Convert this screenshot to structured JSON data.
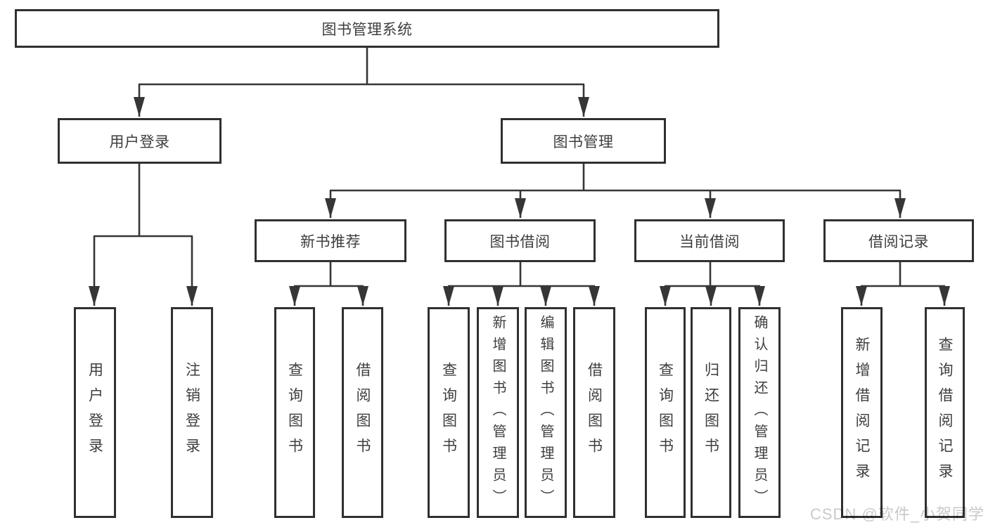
{
  "nodes": {
    "root": "图书管理系统",
    "level2": [
      "用户登录",
      "图书管理"
    ],
    "level3": [
      "新书推荐",
      "图书借阅",
      "当前借阅",
      "借阅记录"
    ],
    "login_children": [
      "用户登录",
      "注销登录"
    ],
    "recommend_children": [
      "查询图书",
      "借阅图书"
    ],
    "borrow_children": [
      "查询图书",
      "新增图书（管理员）",
      "编辑图书（管理员）",
      "借阅图书"
    ],
    "current_children": [
      "查询图书",
      "归还图书",
      "确认归还（管理员）"
    ],
    "records_children": [
      "新增借阅记录",
      "查询借阅记录"
    ]
  },
  "watermark": {
    "text": "CSDN @软件_小贺同学"
  },
  "colors": {
    "line": "#363636",
    "border": "#303030",
    "text": "#3e3e3e",
    "watermark": "#c9c9c9",
    "background": "#ffffff"
  }
}
